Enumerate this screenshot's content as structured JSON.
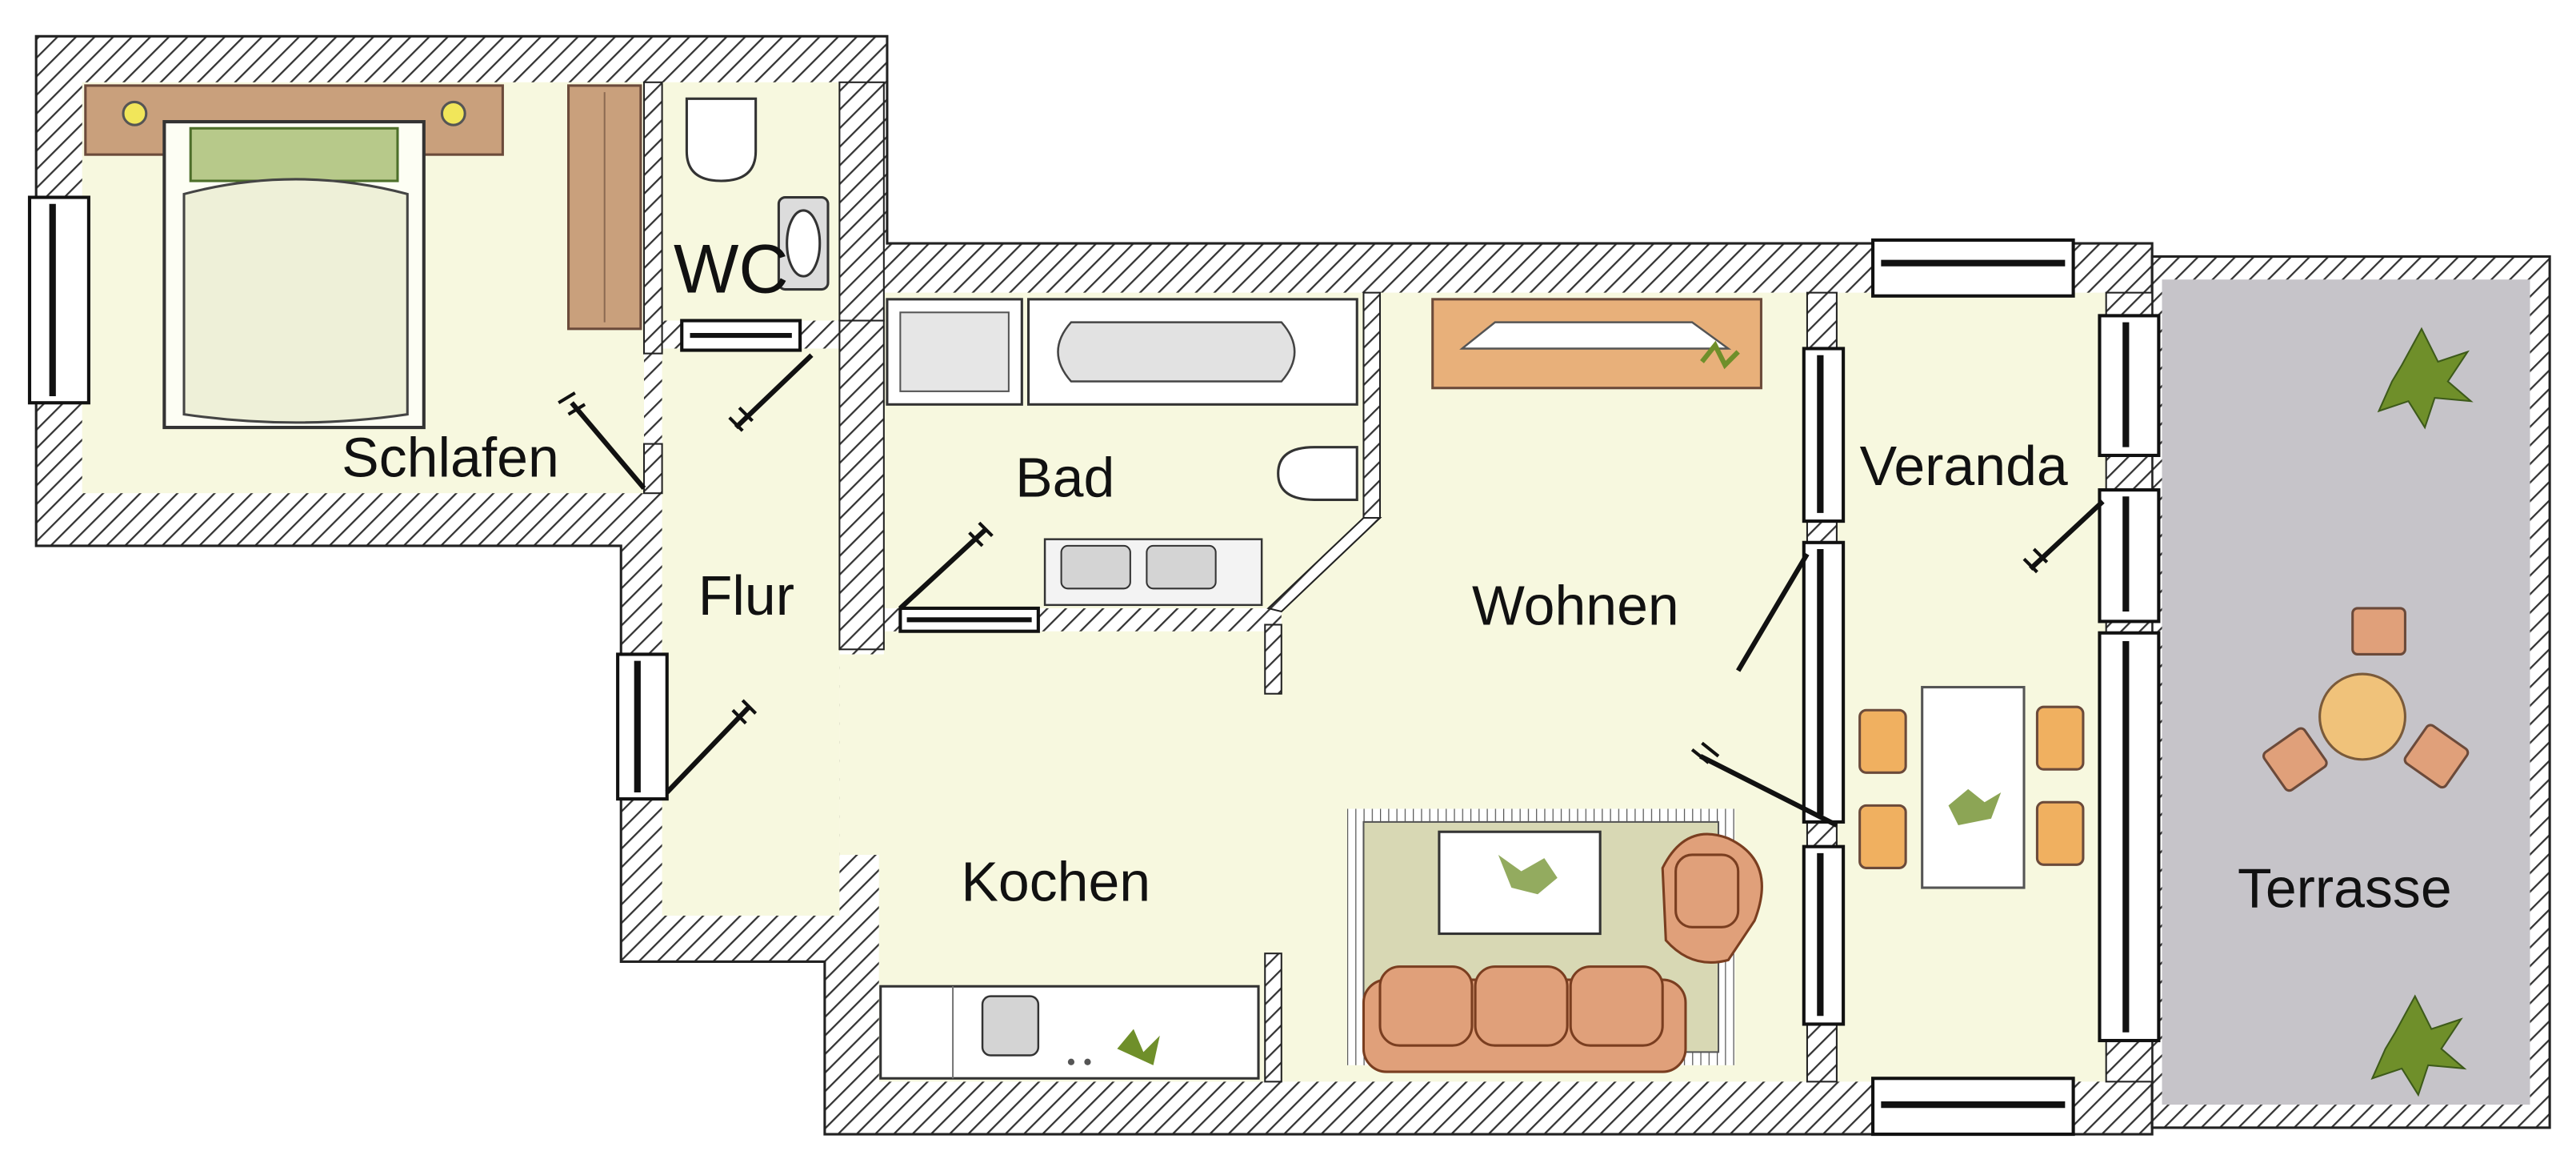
{
  "rooms": {
    "schlafen": "Schlafen",
    "wc": "WC",
    "bad": "Bad",
    "flur": "Flur",
    "wohnen": "Wohnen",
    "veranda": "Veranda",
    "kochen": "Kochen",
    "terrasse": "Terrasse"
  },
  "colors": {
    "floor": "#f7f8df",
    "wall_hatch": "#333333",
    "terrace": "#c6c4c9",
    "wood": "#c9a07c",
    "sofa": "#e0a07a",
    "rug": "#d8d8b4",
    "plant": "#6f8f2a"
  },
  "icons": {
    "bed": "bed-icon",
    "toilet": "toilet-icon",
    "bathtub": "bathtub-icon",
    "shower": "shower-tray-icon",
    "sink": "sink-icon",
    "sofa": "sofa-icon",
    "armchair": "armchair-icon",
    "table": "table-icon",
    "plant": "plant-icon",
    "door": "door-swing-icon",
    "window": "window-icon"
  }
}
